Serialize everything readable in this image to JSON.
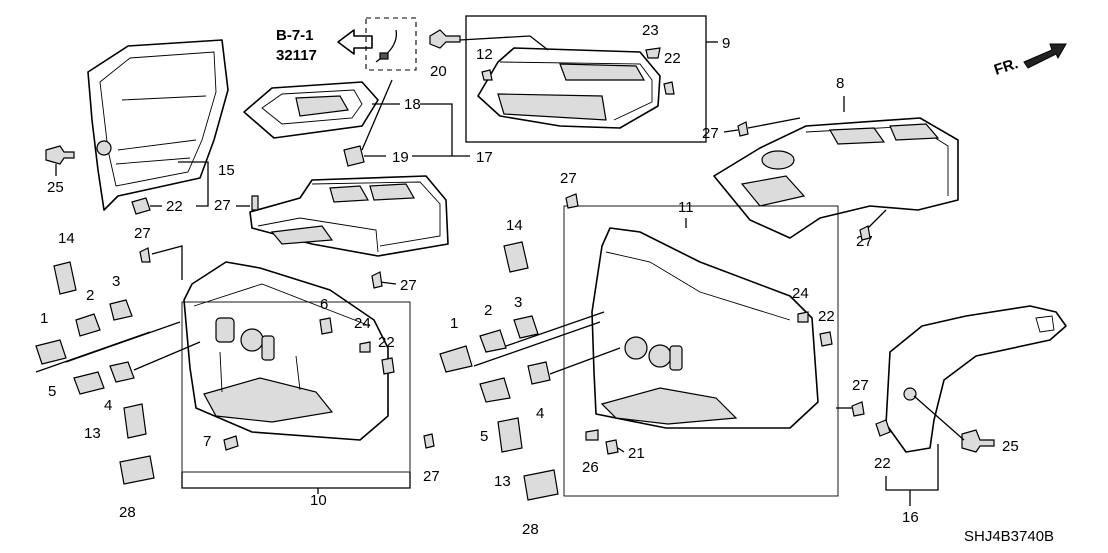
{
  "reference": {
    "page": "B-7-1",
    "code": "32117"
  },
  "front_mark": "FR.",
  "diagram_code": "SHJ4B3740B",
  "callouts": {
    "c25a": "25",
    "c22a": "22",
    "c15": "15",
    "c14a": "14",
    "c27a": "27",
    "c1a": "1",
    "c2a": "2",
    "c3a": "3",
    "c5a": "5",
    "c4a": "4",
    "c13a": "13",
    "c28a": "28",
    "c6": "6",
    "c24a": "24",
    "c22b": "22",
    "c7": "7",
    "c10": "10",
    "c27b": "27",
    "c18": "18",
    "c19": "19",
    "c17": "17",
    "c27c": "27",
    "c27d": "27",
    "c20": "20",
    "c12": "12",
    "c23": "23",
    "c22c": "22",
    "c9": "9",
    "c8": "8",
    "c27e": "27",
    "c27f": "27",
    "c27g": "27",
    "c11": "11",
    "c14b": "14",
    "c1b": "1",
    "c2b": "2",
    "c3b": "3",
    "c5b": "5",
    "c4b": "4",
    "c13b": "13",
    "c28b": "28",
    "c26": "26",
    "c21": "21",
    "c24b": "24",
    "c22d": "22",
    "c27h": "27",
    "c22e": "22",
    "c25b": "25",
    "c16": "16"
  }
}
